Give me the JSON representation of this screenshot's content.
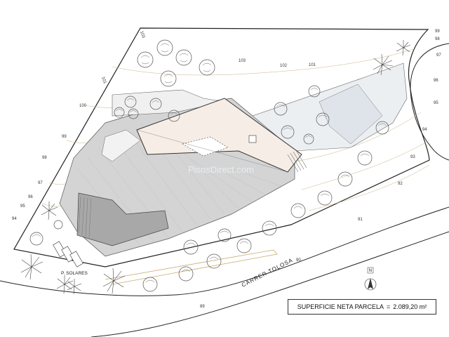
{
  "plan": {
    "contour_labels": [
      "103",
      "103",
      "102",
      "101",
      "101",
      "100",
      "99",
      "98",
      "97",
      "96",
      "95",
      "94",
      "99",
      "98",
      "97",
      "96",
      "95",
      "94",
      "93",
      "92",
      "91",
      "90",
      "89"
    ],
    "street_name": "CARRER  TOLOSA",
    "solar_label": "P. SOLARES",
    "watermark": "PisosDirect.com",
    "north_symbol": "N",
    "area_label": "SUPERFICIE NETA PARCELA",
    "area_equals": "=",
    "area_value": "2.089,20 m²"
  }
}
